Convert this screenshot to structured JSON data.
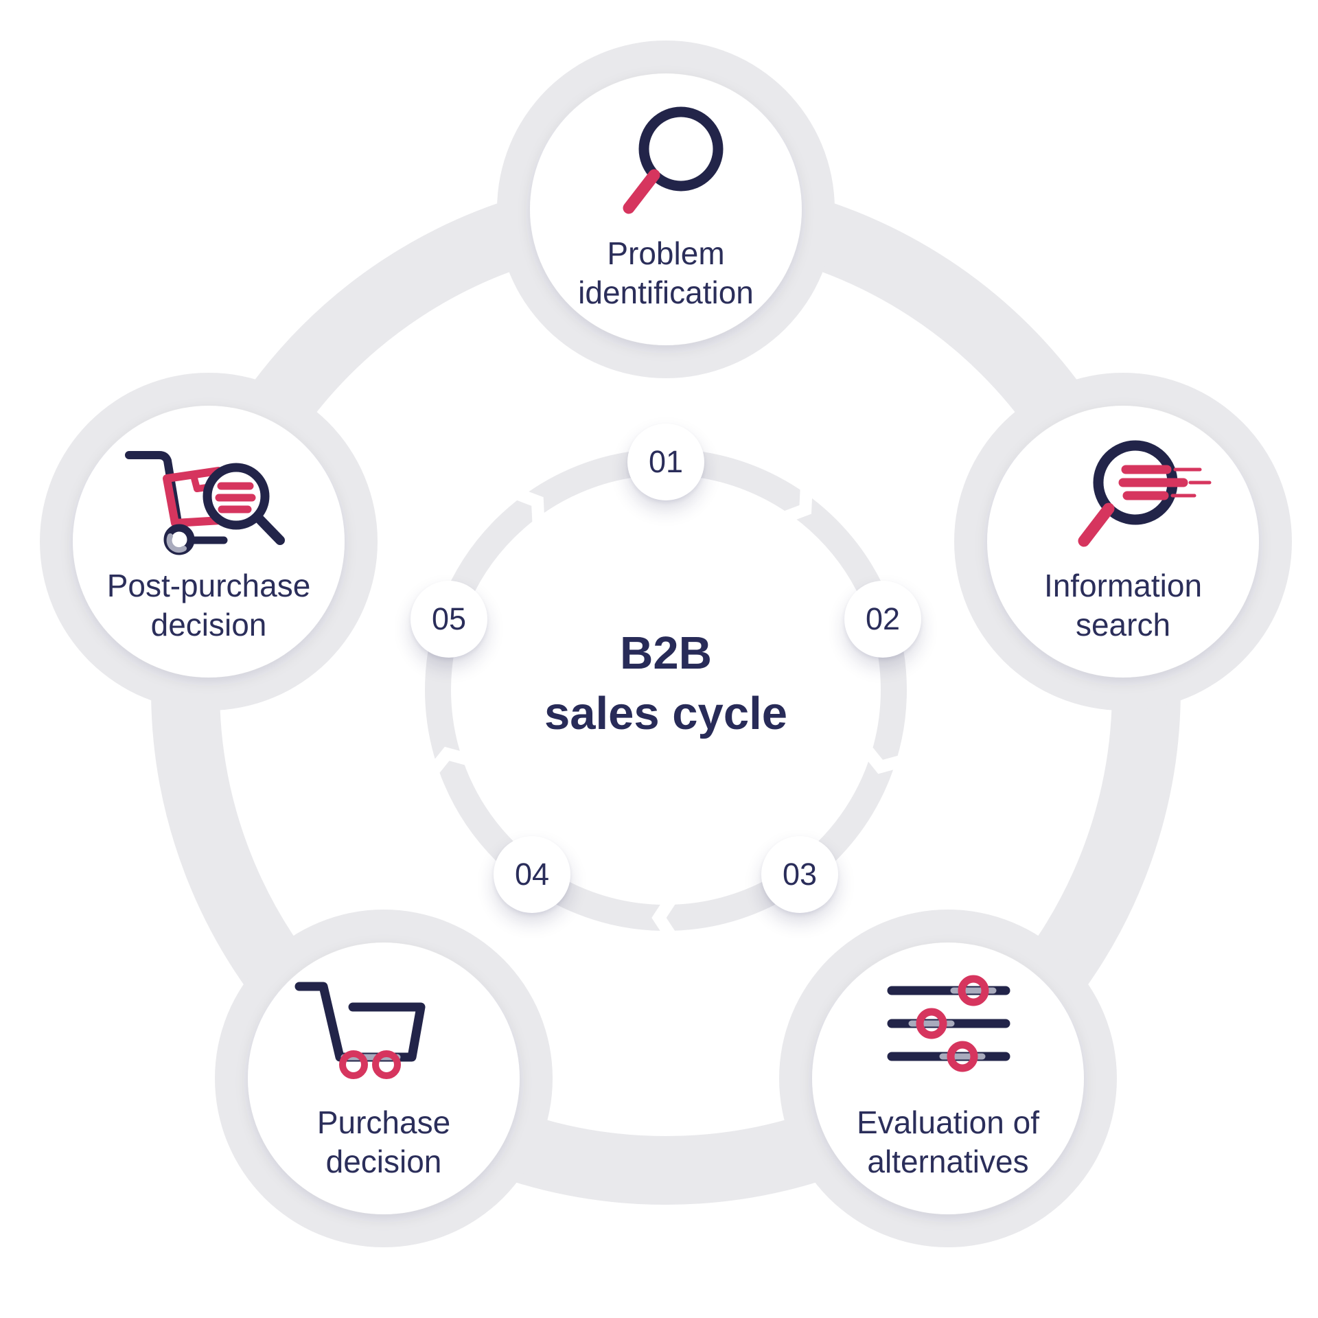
{
  "title": {
    "line1": "B2B",
    "line2": "sales cycle"
  },
  "stages": [
    {
      "number": "01",
      "label_line1": "Problem",
      "label_line2": "identification",
      "icon": "magnifier-icon"
    },
    {
      "number": "02",
      "label_line1": "Information",
      "label_line2": "search",
      "icon": "search-results-icon"
    },
    {
      "number": "03",
      "label_line1": "Evaluation of",
      "label_line2": "alternatives",
      "icon": "sliders-icon"
    },
    {
      "number": "04",
      "label_line1": "Purchase",
      "label_line2": "decision",
      "icon": "shopping-cart-icon"
    },
    {
      "number": "05",
      "label_line1": "Post-purchase",
      "label_line2": "decision",
      "icon": "handtruck-search-icon"
    }
  ],
  "colors": {
    "navy": "#222449",
    "text_navy": "#2b2e5a",
    "pink": "#d6355e",
    "ring_gray": "#e9e9ec",
    "muted_gray": "#a9abbd",
    "background": "#ffffff"
  }
}
